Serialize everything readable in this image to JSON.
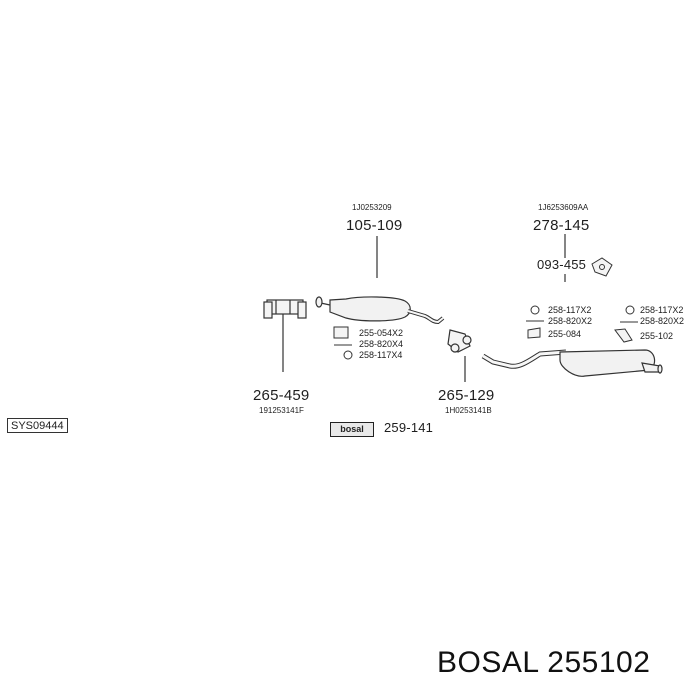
{
  "diagram": {
    "system_code": "SYS09444",
    "footer": {
      "brand": "BOSAL",
      "part_number": "255102"
    },
    "brand_box_label": "bosal",
    "callouts": [
      {
        "id": "middle-muffler",
        "number": "105-109",
        "oem": "1J0253209"
      },
      {
        "id": "rear-muffler",
        "number": "278-145",
        "oem": "1J6253609AA"
      },
      {
        "id": "rear-hanger",
        "number": "093-455",
        "oem": ""
      },
      {
        "id": "front-clamp",
        "number": "265-459",
        "oem": "191253141F"
      },
      {
        "id": "mid-clamp",
        "number": "265-129",
        "oem": "1H0253141B"
      },
      {
        "id": "bosal-kit",
        "number": "259-141",
        "oem": ""
      }
    ],
    "small_parts": [
      {
        "group": "front",
        "label": "255-054X2"
      },
      {
        "group": "front",
        "label": "258-820X4"
      },
      {
        "group": "front",
        "label": "258-117X4"
      },
      {
        "group": "middle",
        "label": "258-117X2"
      },
      {
        "group": "middle",
        "label": "258-820X2"
      },
      {
        "group": "middle",
        "label": "255-084"
      },
      {
        "group": "rear",
        "label": "258-117X2"
      },
      {
        "group": "rear",
        "label": "258-820X2"
      },
      {
        "group": "rear",
        "label": "255-102"
      }
    ]
  }
}
